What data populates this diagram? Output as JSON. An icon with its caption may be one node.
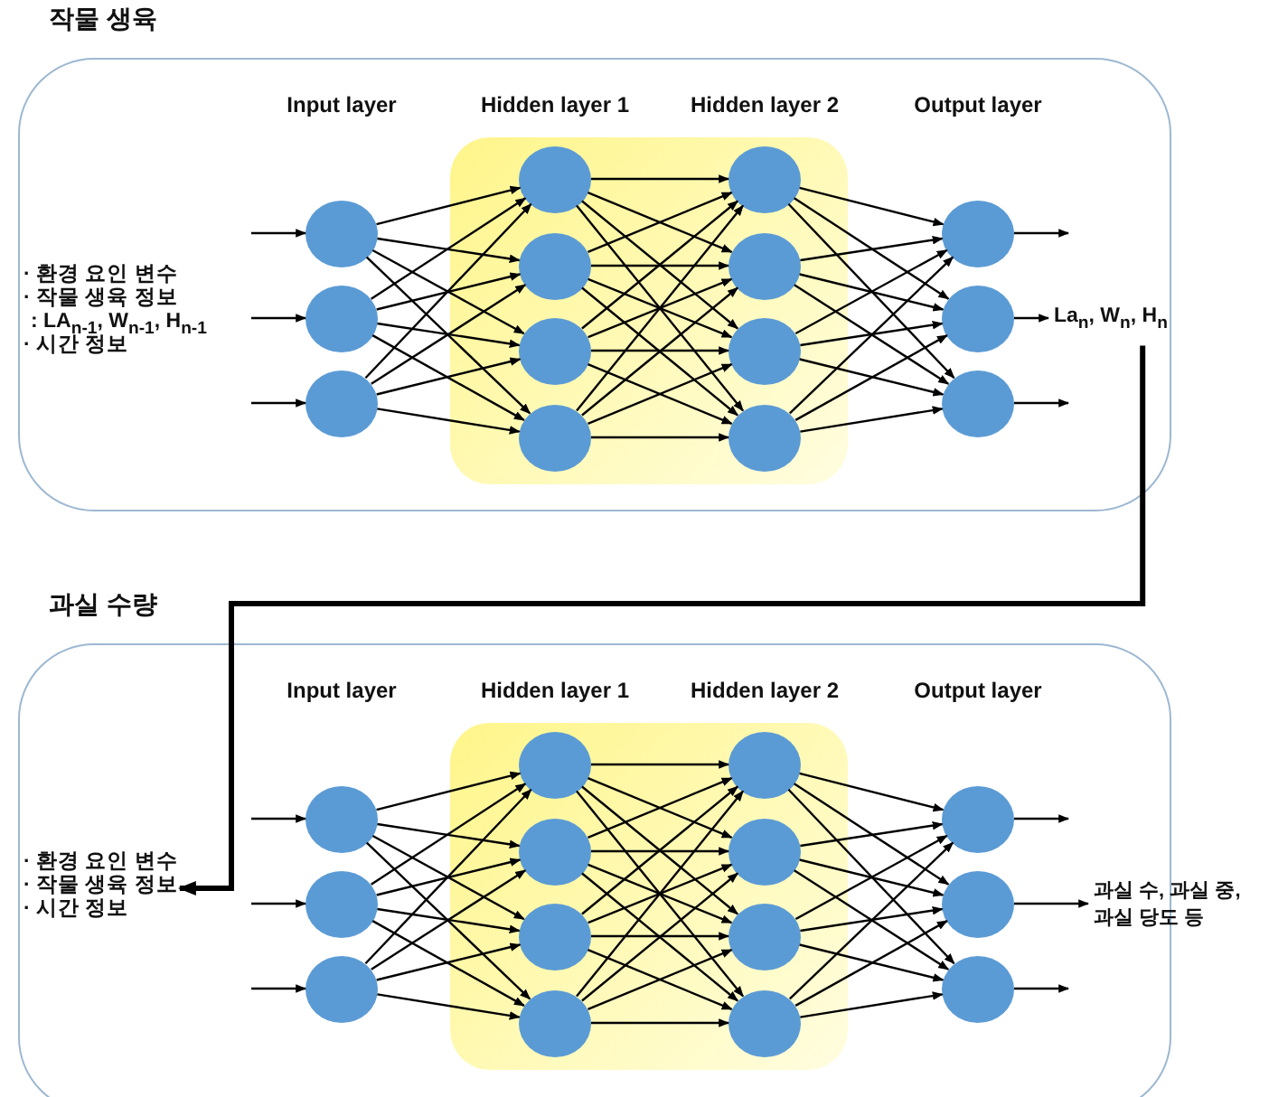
{
  "diagram": {
    "nodes": [
      {
        "text": [
          "작물 생육"
        ]
      },
      {
        "text": [],
        "shape": "circle",
        "in": 0
      },
      {
        "text": [],
        "shape": "circle",
        "in": 0
      },
      {
        "text": [],
        "shape": "circle",
        "in": 0
      },
      {
        "text": [],
        "shape": "circle",
        "in": 0
      },
      {
        "text": [],
        "shape": "circle",
        "in": 0
      },
      {
        "text": [],
        "shape": "circle",
        "in": 0
      },
      {
        "text": [],
        "shape": "circle",
        "in": 0
      },
      {
        "text": [],
        "shape": "circle",
        "in": 0
      },
      {
        "text": [],
        "shape": "circle",
        "in": 0
      },
      {
        "text": [],
        "shape": "circle",
        "in": 0
      },
      {
        "text": [],
        "shape": "circle",
        "in": 0
      },
      {
        "text": [],
        "shape": "circle",
        "in": 0
      },
      {
        "text": [],
        "shape": "circle",
        "in": 0
      },
      {
        "text": [],
        "shape": "circle",
        "in": 0
      },
      {
        "text": [
          "La$_{n}$, W$_{n}$, H$_{n}$"
        ],
        "in": 0
      },
      {
        "text": [
          "과실 수량"
        ]
      },
      {
        "text": [
          "· 환경 요인 변수",
          "· 작물 생육 정보",
          "· 시간 정보"
        ],
        "in": 16
      },
      {
        "text": [],
        "shape": "circle",
        "in": 16
      },
      {
        "text": [],
        "shape": "circle",
        "in": 16
      },
      {
        "text": [],
        "shape": "circle",
        "in": 16
      },
      {
        "text": [],
        "shape": "circle",
        "in": 16
      },
      {
        "text": [],
        "shape": "circle",
        "in": 16
      },
      {
        "text": [],
        "shape": "circle",
        "in": 16
      },
      {
        "text": [],
        "shape": "circle",
        "in": 16
      },
      {
        "text": [],
        "shape": "circle",
        "in": 16
      },
      {
        "text": [],
        "shape": "circle",
        "in": 16
      },
      {
        "text": [],
        "shape": "circle",
        "in": 16
      },
      {
        "text": [],
        "shape": "circle",
        "in": 16
      },
      {
        "text": [],
        "shape": "circle",
        "in": 16
      },
      {
        "text": [],
        "shape": "circle",
        "in": 16
      },
      {
        "text": [],
        "shape": "circle",
        "in": 16
      },
      {
        "text": [
          "과실 수, 과실 중, 과실 당도 등"
        ]
      }
    ],
    "edges": [
      {
        "from": null,
        "to": 1,
        "arrow": "to"
      },
      {
        "from": null,
        "to": 2,
        "arrow": "to"
      },
      {
        "from": null,
        "to": 3,
        "arrow": "to"
      },
      {
        "from": 1,
        "to": 4,
        "arrow": "to"
      },
      {
        "from": 1,
        "to": 5,
        "arrow": "to"
      },
      {
        "from": 1,
        "to": 6,
        "arrow": "to"
      },
      {
        "from": 1,
        "to": 7,
        "arrow": "to"
      },
      {
        "from": 2,
        "to": 4,
        "arrow": "to"
      },
      {
        "from": 2,
        "to": 5,
        "arrow": "to"
      },
      {
        "from": 2,
        "to": 6,
        "arrow": "to"
      },
      {
        "from": 2,
        "to": 7,
        "arrow": "to"
      },
      {
        "from": 3,
        "to": 4,
        "arrow": "to"
      },
      {
        "from": 3,
        "to": 5,
        "arrow": "to"
      },
      {
        "from": 3,
        "to": 6,
        "arrow": "to"
      },
      {
        "from": 3,
        "to": 7,
        "arrow": "to"
      },
      {
        "from": 4,
        "to": 8,
        "arrow": "to"
      },
      {
        "from": 4,
        "to": 9,
        "arrow": "to"
      },
      {
        "from": 4,
        "to": 10,
        "arrow": "to"
      },
      {
        "from": 4,
        "to": 11,
        "arrow": "to"
      },
      {
        "from": 5,
        "to": 8,
        "arrow": "to"
      },
      {
        "from": 5,
        "to": 9,
        "arrow": "to"
      },
      {
        "from": 5,
        "to": 10,
        "arrow": "to"
      },
      {
        "from": 5,
        "to": 11,
        "arrow": "to"
      },
      {
        "from": 6,
        "to": 8,
        "arrow": "to"
      },
      {
        "from": 6,
        "to": 9,
        "arrow": "to"
      },
      {
        "from": 6,
        "to": 10,
        "arrow": "to"
      },
      {
        "from": 6,
        "to": 11,
        "arrow": "to"
      },
      {
        "from": 7,
        "to": 8,
        "arrow": "to"
      },
      {
        "from": 7,
        "to": 9,
        "arrow": "to"
      },
      {
        "from": 7,
        "to": 10,
        "arrow": "to"
      },
      {
        "from": 7,
        "to": 11,
        "arrow": "to"
      },
      {
        "from": 8,
        "to": 12,
        "arrow": "to"
      },
      {
        "from": 8,
        "to": 13,
        "arrow": "to"
      },
      {
        "from": 8,
        "to": 14,
        "arrow": "to"
      },
      {
        "from": 9,
        "to": 12,
        "arrow": "to"
      },
      {
        "from": 9,
        "to": 13,
        "arrow": "to"
      },
      {
        "from": 9,
        "to": 14,
        "arrow": "to"
      },
      {
        "from": 10,
        "to": 12,
        "arrow": "to"
      },
      {
        "from": 10,
        "to": 13,
        "arrow": "to"
      },
      {
        "from": 10,
        "to": 14,
        "arrow": "to"
      },
      {
        "from": 11,
        "to": 12,
        "arrow": "to"
      },
      {
        "from": 11,
        "to": 13,
        "arrow": "to"
      },
      {
        "from": 11,
        "to": 14,
        "arrow": "to"
      },
      {
        "from": 12,
        "to": null,
        "arrow": "to"
      },
      {
        "from": 13,
        "to": 15,
        "arrow": "to"
      },
      {
        "from": 14,
        "to": null,
        "arrow": "to"
      },
      {
        "from": 15,
        "to": 17,
        "arrow": "to",
        "style": "thick"
      },
      {
        "from": null,
        "to": 18,
        "arrow": "to"
      },
      {
        "from": null,
        "to": 19,
        "arrow": "to"
      },
      {
        "from": null,
        "to": 20,
        "arrow": "to"
      },
      {
        "from": 18,
        "to": 21,
        "arrow": "to"
      },
      {
        "from": 18,
        "to": 22,
        "arrow": "to"
      },
      {
        "from": 18,
        "to": 23,
        "arrow": "to"
      },
      {
        "from": 18,
        "to": 24,
        "arrow": "to"
      },
      {
        "from": 19,
        "to": 21,
        "arrow": "to"
      },
      {
        "from": 19,
        "to": 22,
        "arrow": "to"
      },
      {
        "from": 19,
        "to": 23,
        "arrow": "to"
      },
      {
        "from": 19,
        "to": 24,
        "arrow": "to"
      },
      {
        "from": 20,
        "to": 21,
        "arrow": "to"
      },
      {
        "from": 20,
        "to": 22,
        "arrow": "to"
      },
      {
        "from": 20,
        "to": 23,
        "arrow": "to"
      },
      {
        "from": 20,
        "to": 24,
        "arrow": "to"
      },
      {
        "from": 21,
        "to": 25,
        "arrow": "to"
      },
      {
        "from": 21,
        "to": 26,
        "arrow": "to"
      },
      {
        "from": 21,
        "to": 27,
        "arrow": "to"
      },
      {
        "from": 21,
        "to": 28,
        "arrow": "to"
      },
      {
        "from": 22,
        "to": 25,
        "arrow": "to"
      },
      {
        "from": 22,
        "to": 26,
        "arrow": "to"
      },
      {
        "from": 22,
        "to": 27,
        "arrow": "to"
      },
      {
        "from": 22,
        "to": 28,
        "arrow": "to"
      },
      {
        "from": 23,
        "to": 25,
        "arrow": "to"
      },
      {
        "from": 23,
        "to": 26,
        "arrow": "to"
      },
      {
        "from": 23,
        "to": 27,
        "arrow": "to"
      },
      {
        "from": 23,
        "to": 28,
        "arrow": "to"
      },
      {
        "from": 24,
        "to": 25,
        "arrow": "to"
      },
      {
        "from": 24,
        "to": 26,
        "arrow": "to"
      },
      {
        "from": 24,
        "to": 27,
        "arrow": "to"
      },
      {
        "from": 24,
        "to": 28,
        "arrow": "to"
      },
      {
        "from": 25,
        "to": 29,
        "arrow": "to"
      },
      {
        "from": 25,
        "to": 30,
        "arrow": "to"
      },
      {
        "from": 25,
        "to": 31,
        "arrow": "to"
      },
      {
        "from": 26,
        "to": 29,
        "arrow": "to"
      },
      {
        "from": 26,
        "to": 30,
        "arrow": "to"
      },
      {
        "from": 26,
        "to": 31,
        "arrow": "to"
      },
      {
        "from": 27,
        "to": 29,
        "arrow": "to"
      },
      {
        "from": 27,
        "to": 30,
        "arrow": "to"
      },
      {
        "from": 27,
        "to": 31,
        "arrow": "to"
      },
      {
        "from": 28,
        "to": 29,
        "arrow": "to"
      },
      {
        "from": 28,
        "to": 30,
        "arrow": "to"
      },
      {
        "from": 28,
        "to": 31,
        "arrow": "to"
      },
      {
        "from": 29,
        "to": null,
        "arrow": "to"
      },
      {
        "from": 30,
        "to": 32,
        "arrow": "to"
      },
      {
        "from": 31,
        "to": null,
        "arrow": "to"
      }
    ],
    "labels": [
      "Input layer",
      "Hidden layer 1",
      "Hidden layer 2",
      "Output layer",
      "· 환경 요인 변수",
      "· 작물 생육 정보",
      ": LA$_{n-1}$, W$_{n-1}$, H$_{n-1}$",
      "· 시간 정보",
      "Input layer",
      "Hidden layer 1",
      "Hidden layer 2",
      "Output layer"
    ]
  }
}
